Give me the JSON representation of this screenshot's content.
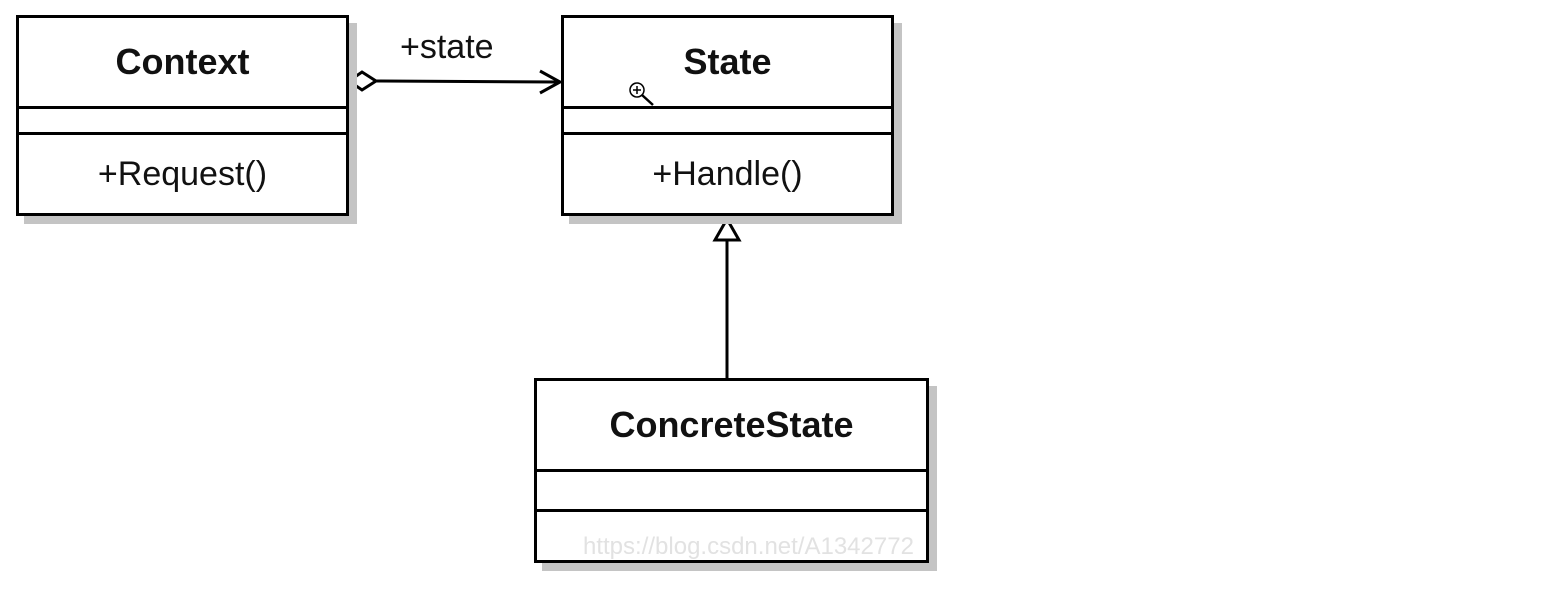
{
  "diagram": {
    "classes": [
      {
        "id": "context",
        "name": "Context",
        "attributes": [],
        "operations": [
          "+Request()"
        ]
      },
      {
        "id": "state",
        "name": "State",
        "attributes": [],
        "operations": [
          "+Handle()"
        ]
      },
      {
        "id": "concrete_state",
        "name": "ConcreteState",
        "attributes": [],
        "operations": []
      }
    ],
    "relations": [
      {
        "type": "aggregation",
        "from": "Context",
        "to": "State",
        "label": "+state"
      },
      {
        "type": "generalization",
        "from": "ConcreteState",
        "to": "State"
      }
    ],
    "watermark": "https://blog.csdn.net/A1342772"
  },
  "colors": {
    "line": "#000000",
    "shadow": "#c4c4c4",
    "watermark": "#e2e2e2"
  },
  "icons": {
    "cursor": "zoom-in-cursor-icon"
  }
}
